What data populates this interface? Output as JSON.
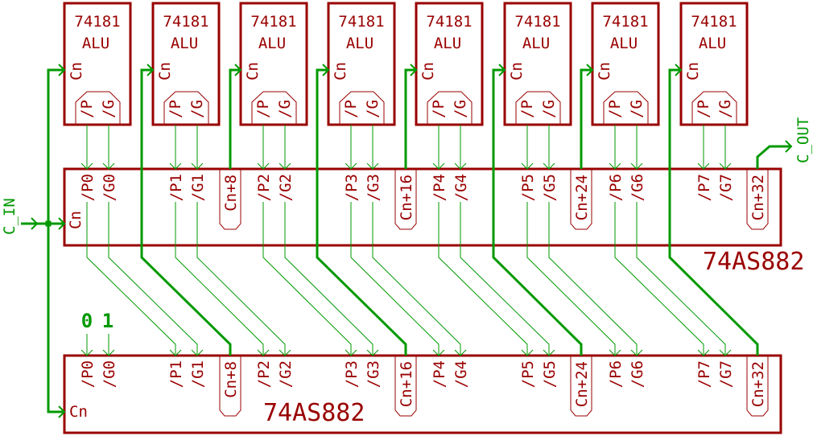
{
  "colors": {
    "part": "#990000",
    "net": "#009900",
    "background": "#ffffff"
  },
  "alus": [
    {
      "part": "74181",
      "name": "ALU",
      "pin_cn": "Cn",
      "pin_p": "/P",
      "pin_g": "/G"
    },
    {
      "part": "74181",
      "name": "ALU",
      "pin_cn": "Cn",
      "pin_p": "/P",
      "pin_g": "/G"
    },
    {
      "part": "74181",
      "name": "ALU",
      "pin_cn": "Cn",
      "pin_p": "/P",
      "pin_g": "/G"
    },
    {
      "part": "74181",
      "name": "ALU",
      "pin_cn": "Cn",
      "pin_p": "/P",
      "pin_g": "/G"
    },
    {
      "part": "74181",
      "name": "ALU",
      "pin_cn": "Cn",
      "pin_p": "/P",
      "pin_g": "/G"
    },
    {
      "part": "74181",
      "name": "ALU",
      "pin_cn": "Cn",
      "pin_p": "/P",
      "pin_g": "/G"
    },
    {
      "part": "74181",
      "name": "ALU",
      "pin_cn": "Cn",
      "pin_p": "/P",
      "pin_g": "/G"
    },
    {
      "part": "74181",
      "name": "ALU",
      "pin_cn": "Cn",
      "pin_p": "/P",
      "pin_g": "/G"
    }
  ],
  "lookahead_top": {
    "part": "74AS882",
    "pin_cn": "Cn",
    "pins_p": [
      "/P0",
      "/P1",
      "/P2",
      "/P3",
      "/P4",
      "/P5",
      "/P6",
      "/P7"
    ],
    "pins_g": [
      "/G0",
      "/G1",
      "/G2",
      "/G3",
      "/G4",
      "/G5",
      "/G6",
      "/G7"
    ],
    "carry_outs": [
      "Cn+8",
      "Cn+16",
      "Cn+24",
      "Cn+32"
    ]
  },
  "lookahead_bottom": {
    "part": "74AS882",
    "pin_cn": "Cn",
    "pins_p": [
      "/P0",
      "/P1",
      "/P2",
      "/P3",
      "/P4",
      "/P5",
      "/P6",
      "/P7"
    ],
    "pins_g": [
      "/G0",
      "/G1",
      "/G2",
      "/G3",
      "/G4",
      "/G5",
      "/G6",
      "/G7"
    ],
    "carry_outs": [
      "Cn+8",
      "Cn+16",
      "Cn+24",
      "Cn+32"
    ]
  },
  "net_labels": {
    "carry_in": "C_IN",
    "carry_out": "C_OUT"
  },
  "constant_inputs": {
    "p0": "0",
    "g0": "1"
  }
}
